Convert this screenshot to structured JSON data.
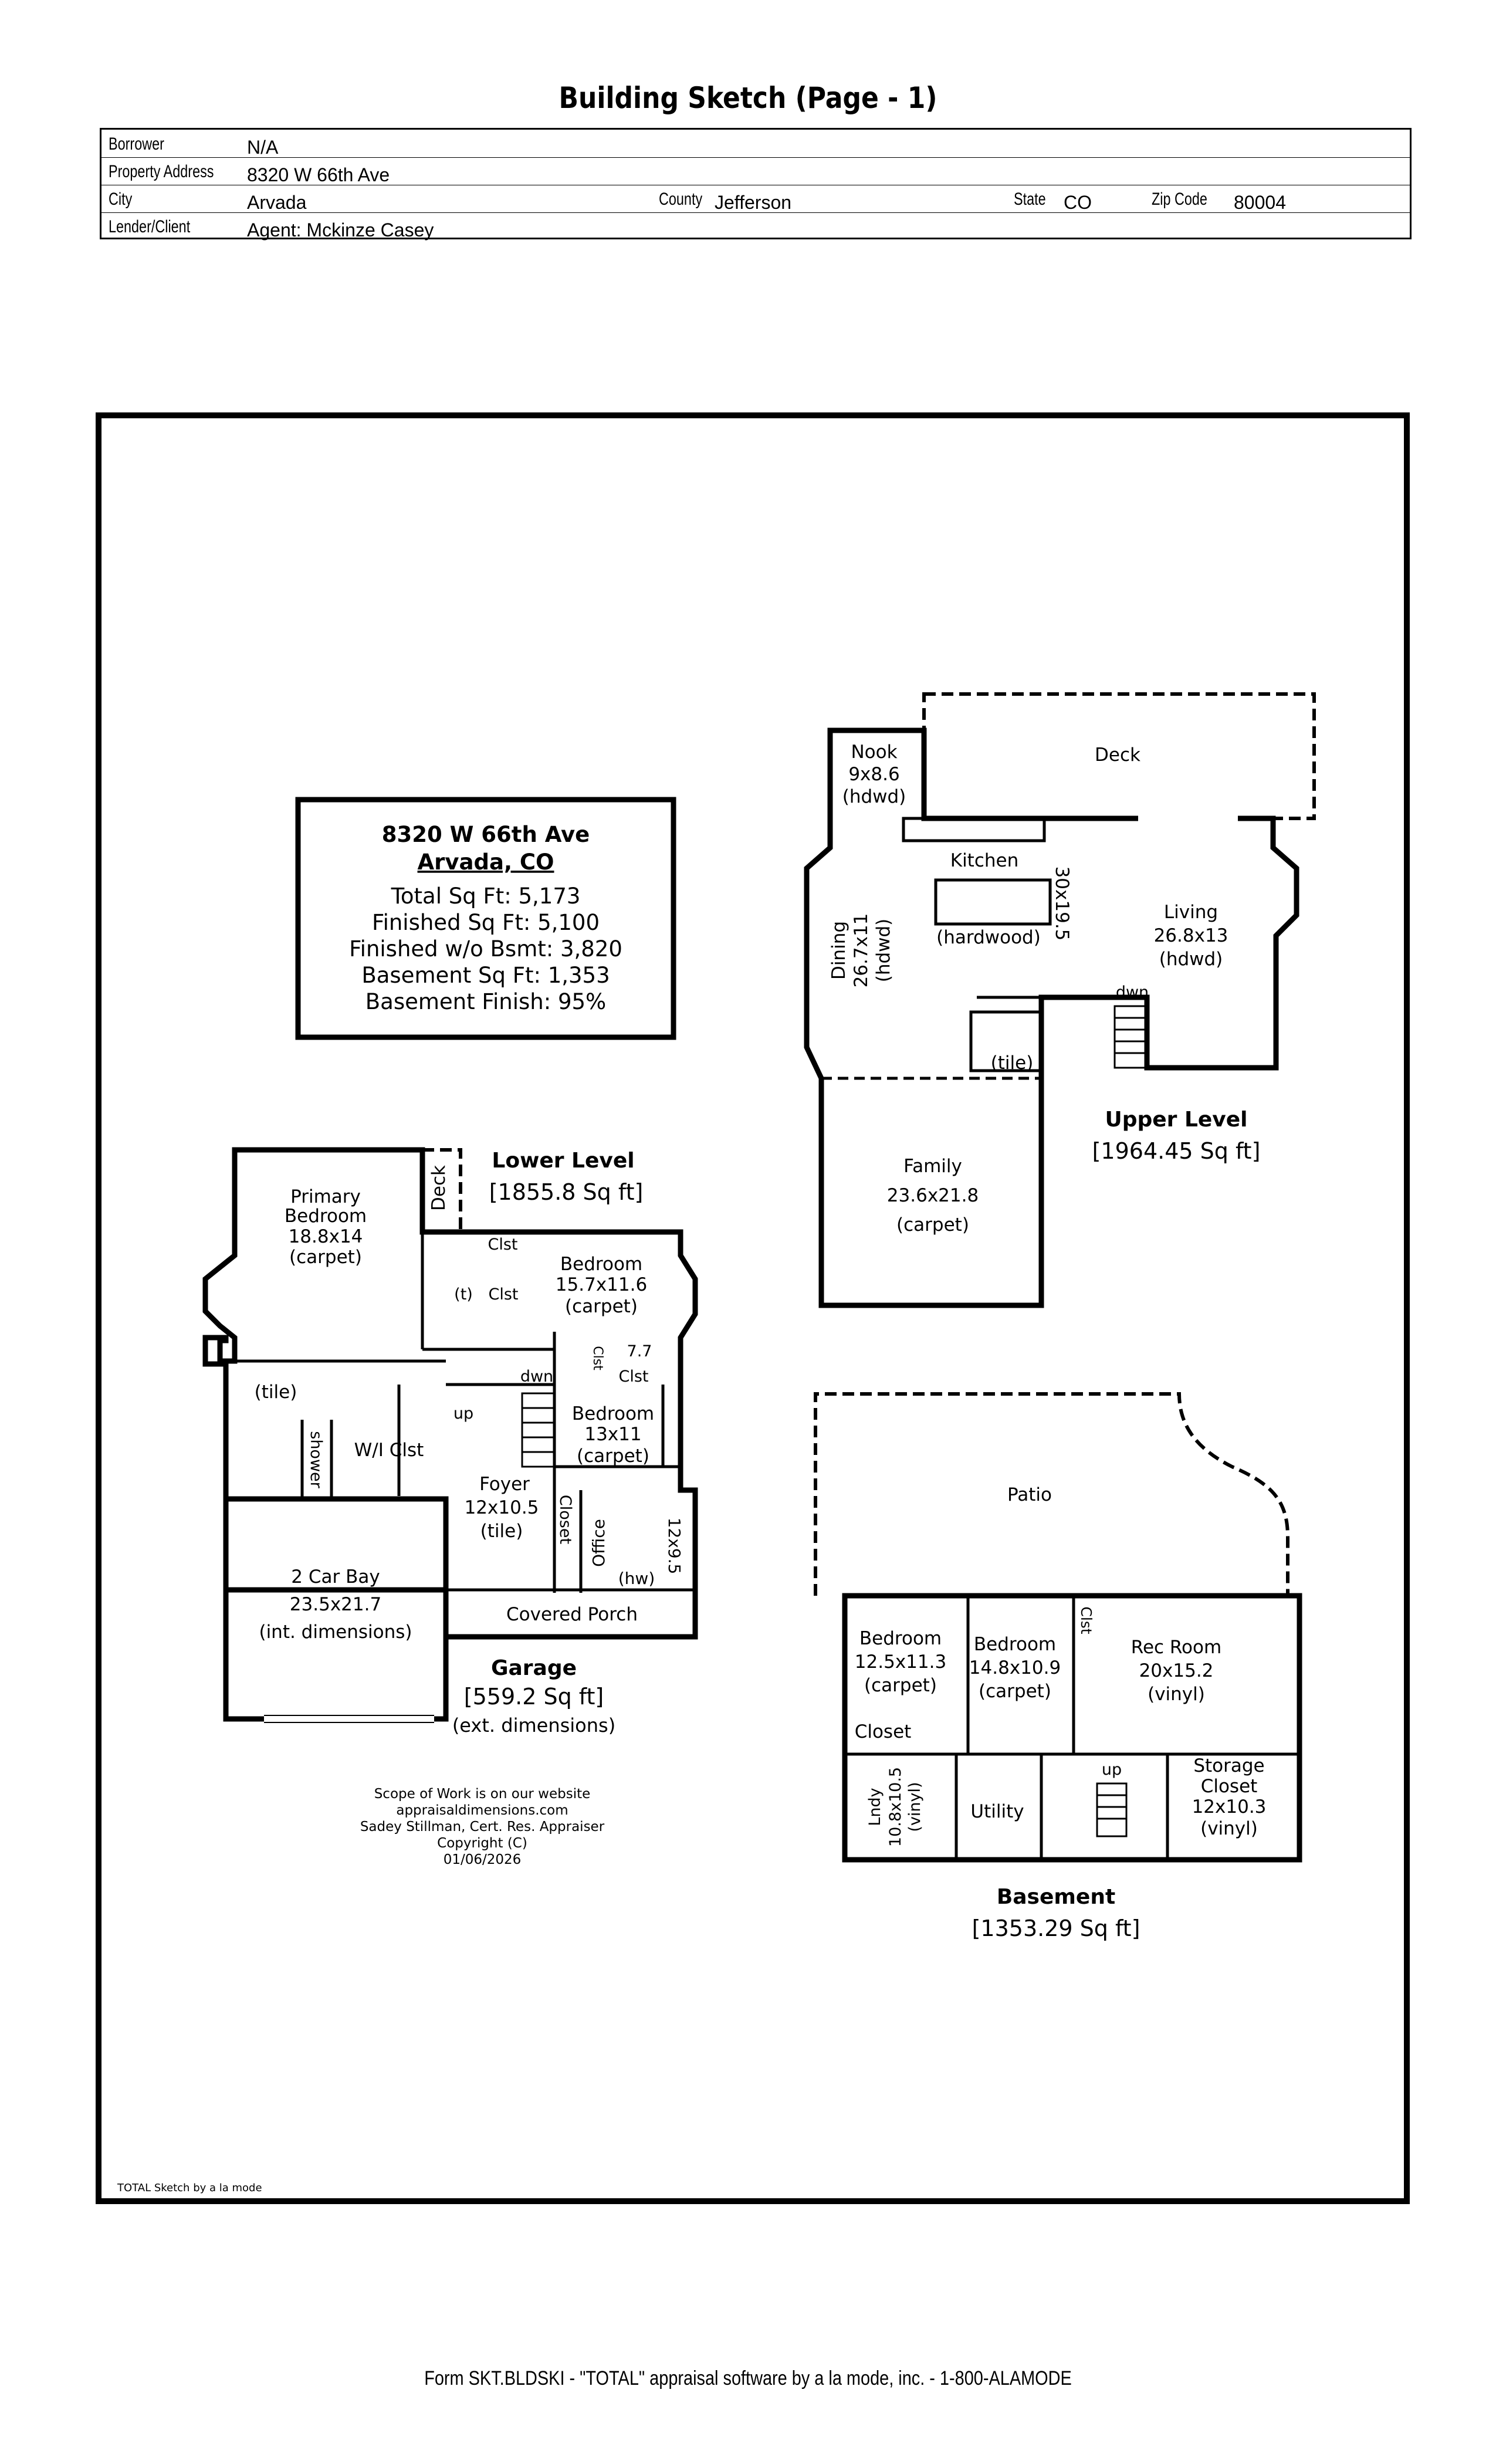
{
  "header": {
    "title": "Building Sketch (Page - 1)",
    "borrower_label": "Borrower",
    "borrower": "N/A",
    "address_label": "Property Address",
    "address": "8320 W 66th Ave",
    "city_label": "City",
    "city": "Arvada",
    "county_label": "County",
    "county": "Jefferson",
    "state_label": "State",
    "state": "CO",
    "zip_label": "Zip Code",
    "zip": "80004",
    "lender_label": "Lender/Client",
    "lender": "Agent: Mckinze Casey"
  },
  "summary": {
    "address": "8320 W 66th Ave",
    "city": "Arvada, CO",
    "total": "Total Sq Ft: 5,173",
    "finished": "Finished Sq Ft: 5,100",
    "finished_wo": "Finished w/o Bsmt: 3,820",
    "basement": "Basement Sq Ft: 1,353",
    "basement_finish": "Basement Finish: 95%"
  },
  "levels": {
    "upper_name": "Upper Level",
    "upper_area": "[1964.45 Sq ft]",
    "lower_name": "Lower Level",
    "lower_area": "[1855.8 Sq ft]",
    "garage_name": "Garage",
    "garage_area": "[559.2 Sq ft]",
    "garage_note": "(ext. dimensions)",
    "basement_name": "Basement",
    "basement_area": "[1353.29 Sq ft]"
  },
  "rooms": {
    "deck": "Deck",
    "nook": "Nook",
    "nook_dim": "9x8.6",
    "hdwd": "(hdwd)",
    "kitchen": "Kitchen",
    "hardwood": "(hardwood)",
    "kitchen_dim": "30x19.5",
    "dining": "Dining",
    "dining_dim": "26.7x11",
    "living": "Living",
    "living_dim": "26.8x13",
    "dwn": "dwn",
    "up": "up",
    "tile": "(tile)",
    "t": "(t)",
    "family": "Family",
    "family_dim": "23.6x21.8",
    "carpet": "(carpet)",
    "primary1": "Primary",
    "primary2": "Bedroom",
    "primary_dim": "18.8x14",
    "bedroom": "Bedroom",
    "bed1_dim": "15.7x11.6",
    "bed2_dim": "13x11",
    "clst": "Clst",
    "closet": "Closet",
    "dim77": "7.7",
    "shower": "shower",
    "wi": "W/I Clst",
    "foyer": "Foyer",
    "foyer_dim": "12x10.5",
    "office": "Office",
    "office_dim": "12x9.5",
    "hw": "(hw)",
    "carbay": "2 Car Bay",
    "carbay_dim": "23.5x21.7",
    "carbay_note": "(int. dimensions)",
    "porch": "Covered Porch",
    "patio": "Patio",
    "bbed1_dim": "12.5x11.3",
    "bbed2_dim": "14.8x10.9",
    "rec": "Rec Room",
    "rec_dim": "20x15.2",
    "vinyl": "(vinyl)",
    "lndy": "Lndy",
    "lndy_dim": "10.8x10.5",
    "utility": "Utility",
    "storage1": "Storage",
    "storage2": "Closet",
    "storage_dim": "12x10.3"
  },
  "credits": {
    "line1": "Scope of Work is on our website",
    "line2": "appraisaldimensions.com",
    "line3": "Sadey Stillman, Cert. Res. Appraiser",
    "line4": "Copyright (C)",
    "line5": "01/06/2026"
  },
  "sketch_credit": "TOTAL Sketch by a la mode",
  "footer": "Form SKT.BLDSKI - \"TOTAL\" appraisal software by a la mode, inc. - 1-800-ALAMODE"
}
